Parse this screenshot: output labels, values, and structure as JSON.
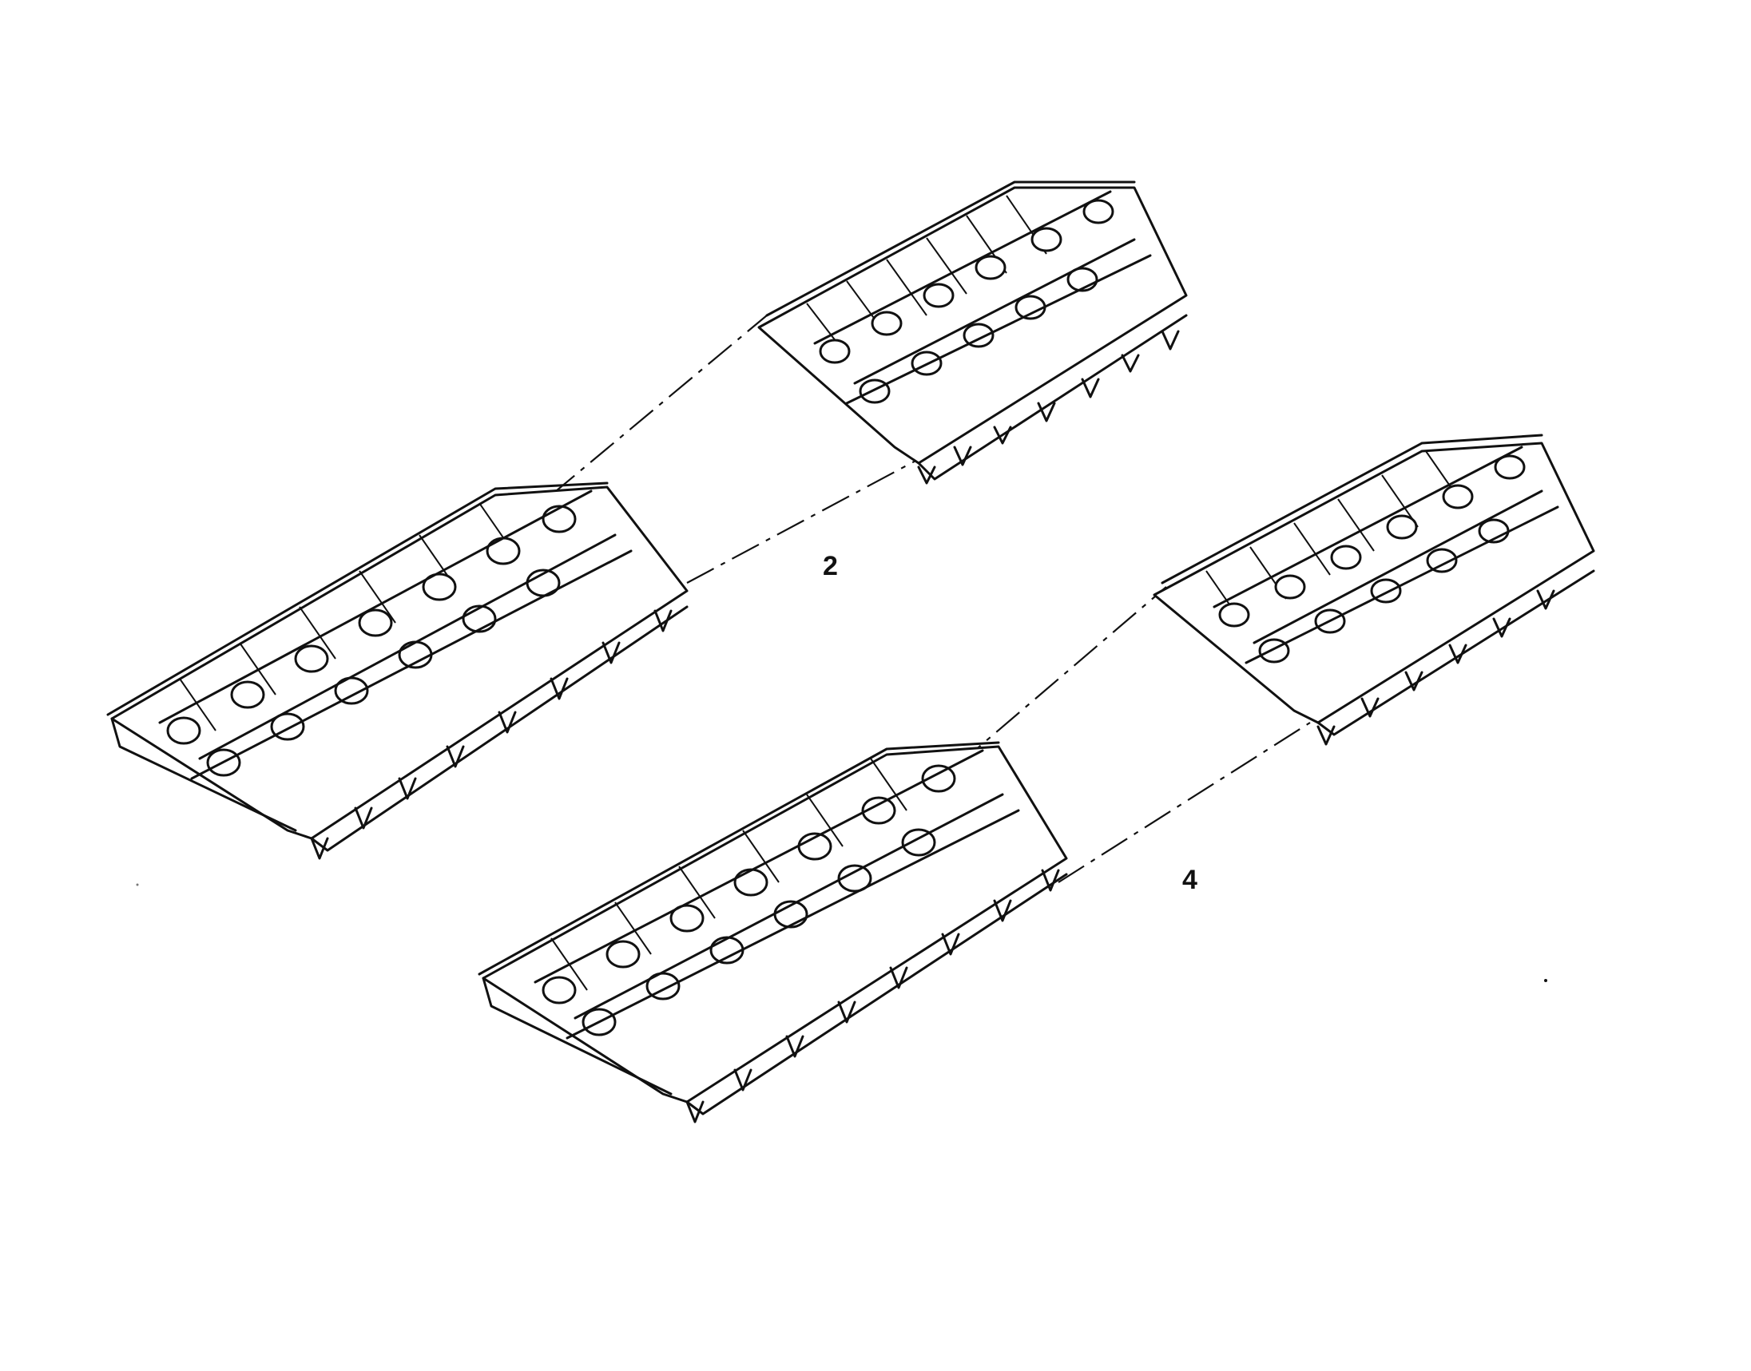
{
  "figure": {
    "callouts": [
      {
        "id": "a",
        "text": "2"
      },
      {
        "id": "b",
        "text": "4"
      }
    ],
    "line_color": "#111111",
    "background": "#ffffff"
  }
}
